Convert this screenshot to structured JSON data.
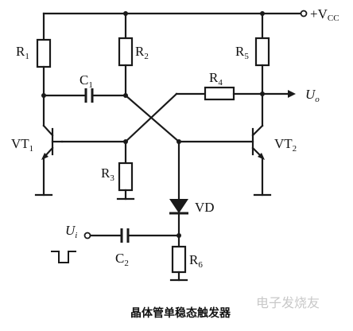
{
  "labels": {
    "vcc_main": "+V",
    "vcc_sub": "CC",
    "r1_main": "R",
    "r1_sub": "1",
    "r2_main": "R",
    "r2_sub": "2",
    "r3_main": "R",
    "r3_sub": "3",
    "r4_main": "R",
    "r4_sub": "4",
    "r5_main": "R",
    "r5_sub": "5",
    "r6_main": "R",
    "r6_sub": "6",
    "c1_main": "C",
    "c1_sub": "1",
    "c2_main": "C",
    "c2_sub": "2",
    "vt1_main": "VT",
    "vt1_sub": "1",
    "vt2_main": "VT",
    "vt2_sub": "2",
    "vd": "VD",
    "uo_main": "U",
    "uo_sub": "o",
    "ui_main": "U",
    "ui_sub": "i"
  },
  "caption": "晶体管单稳态触发器",
  "watermark": "电子发烧友"
}
